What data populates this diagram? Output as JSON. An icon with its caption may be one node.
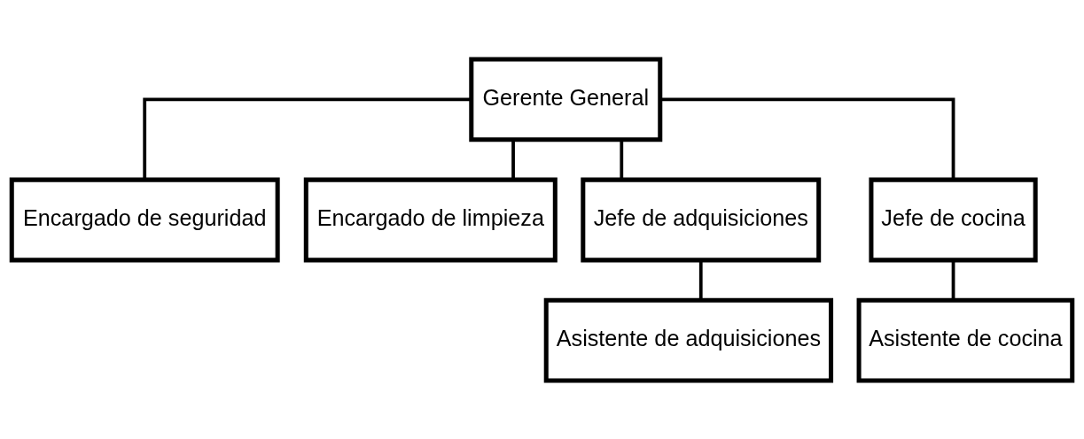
{
  "diagram": {
    "nodes": [
      {
        "text": [
          "Gerente General"
        ]
      },
      {
        "text": [
          "Encargado de seguridad"
        ]
      },
      {
        "text": [
          "Encargado de limpieza"
        ]
      },
      {
        "text": [
          "Jefe de adquisiciones"
        ]
      },
      {
        "text": [
          "Jefe de cocina"
        ]
      },
      {
        "text": [
          "Asistente de adquisiciones"
        ]
      },
      {
        "text": [
          "Asistente de cocina"
        ]
      }
    ],
    "edges": [
      {
        "from": 0,
        "to": 1,
        "arrow": "none"
      },
      {
        "from": 0,
        "to": 2,
        "arrow": "none"
      },
      {
        "from": 0,
        "to": 3,
        "arrow": "none"
      },
      {
        "from": 0,
        "to": 4,
        "arrow": "none"
      },
      {
        "from": 3,
        "to": 5,
        "arrow": "none"
      },
      {
        "from": 4,
        "to": 6,
        "arrow": "none"
      }
    ]
  }
}
